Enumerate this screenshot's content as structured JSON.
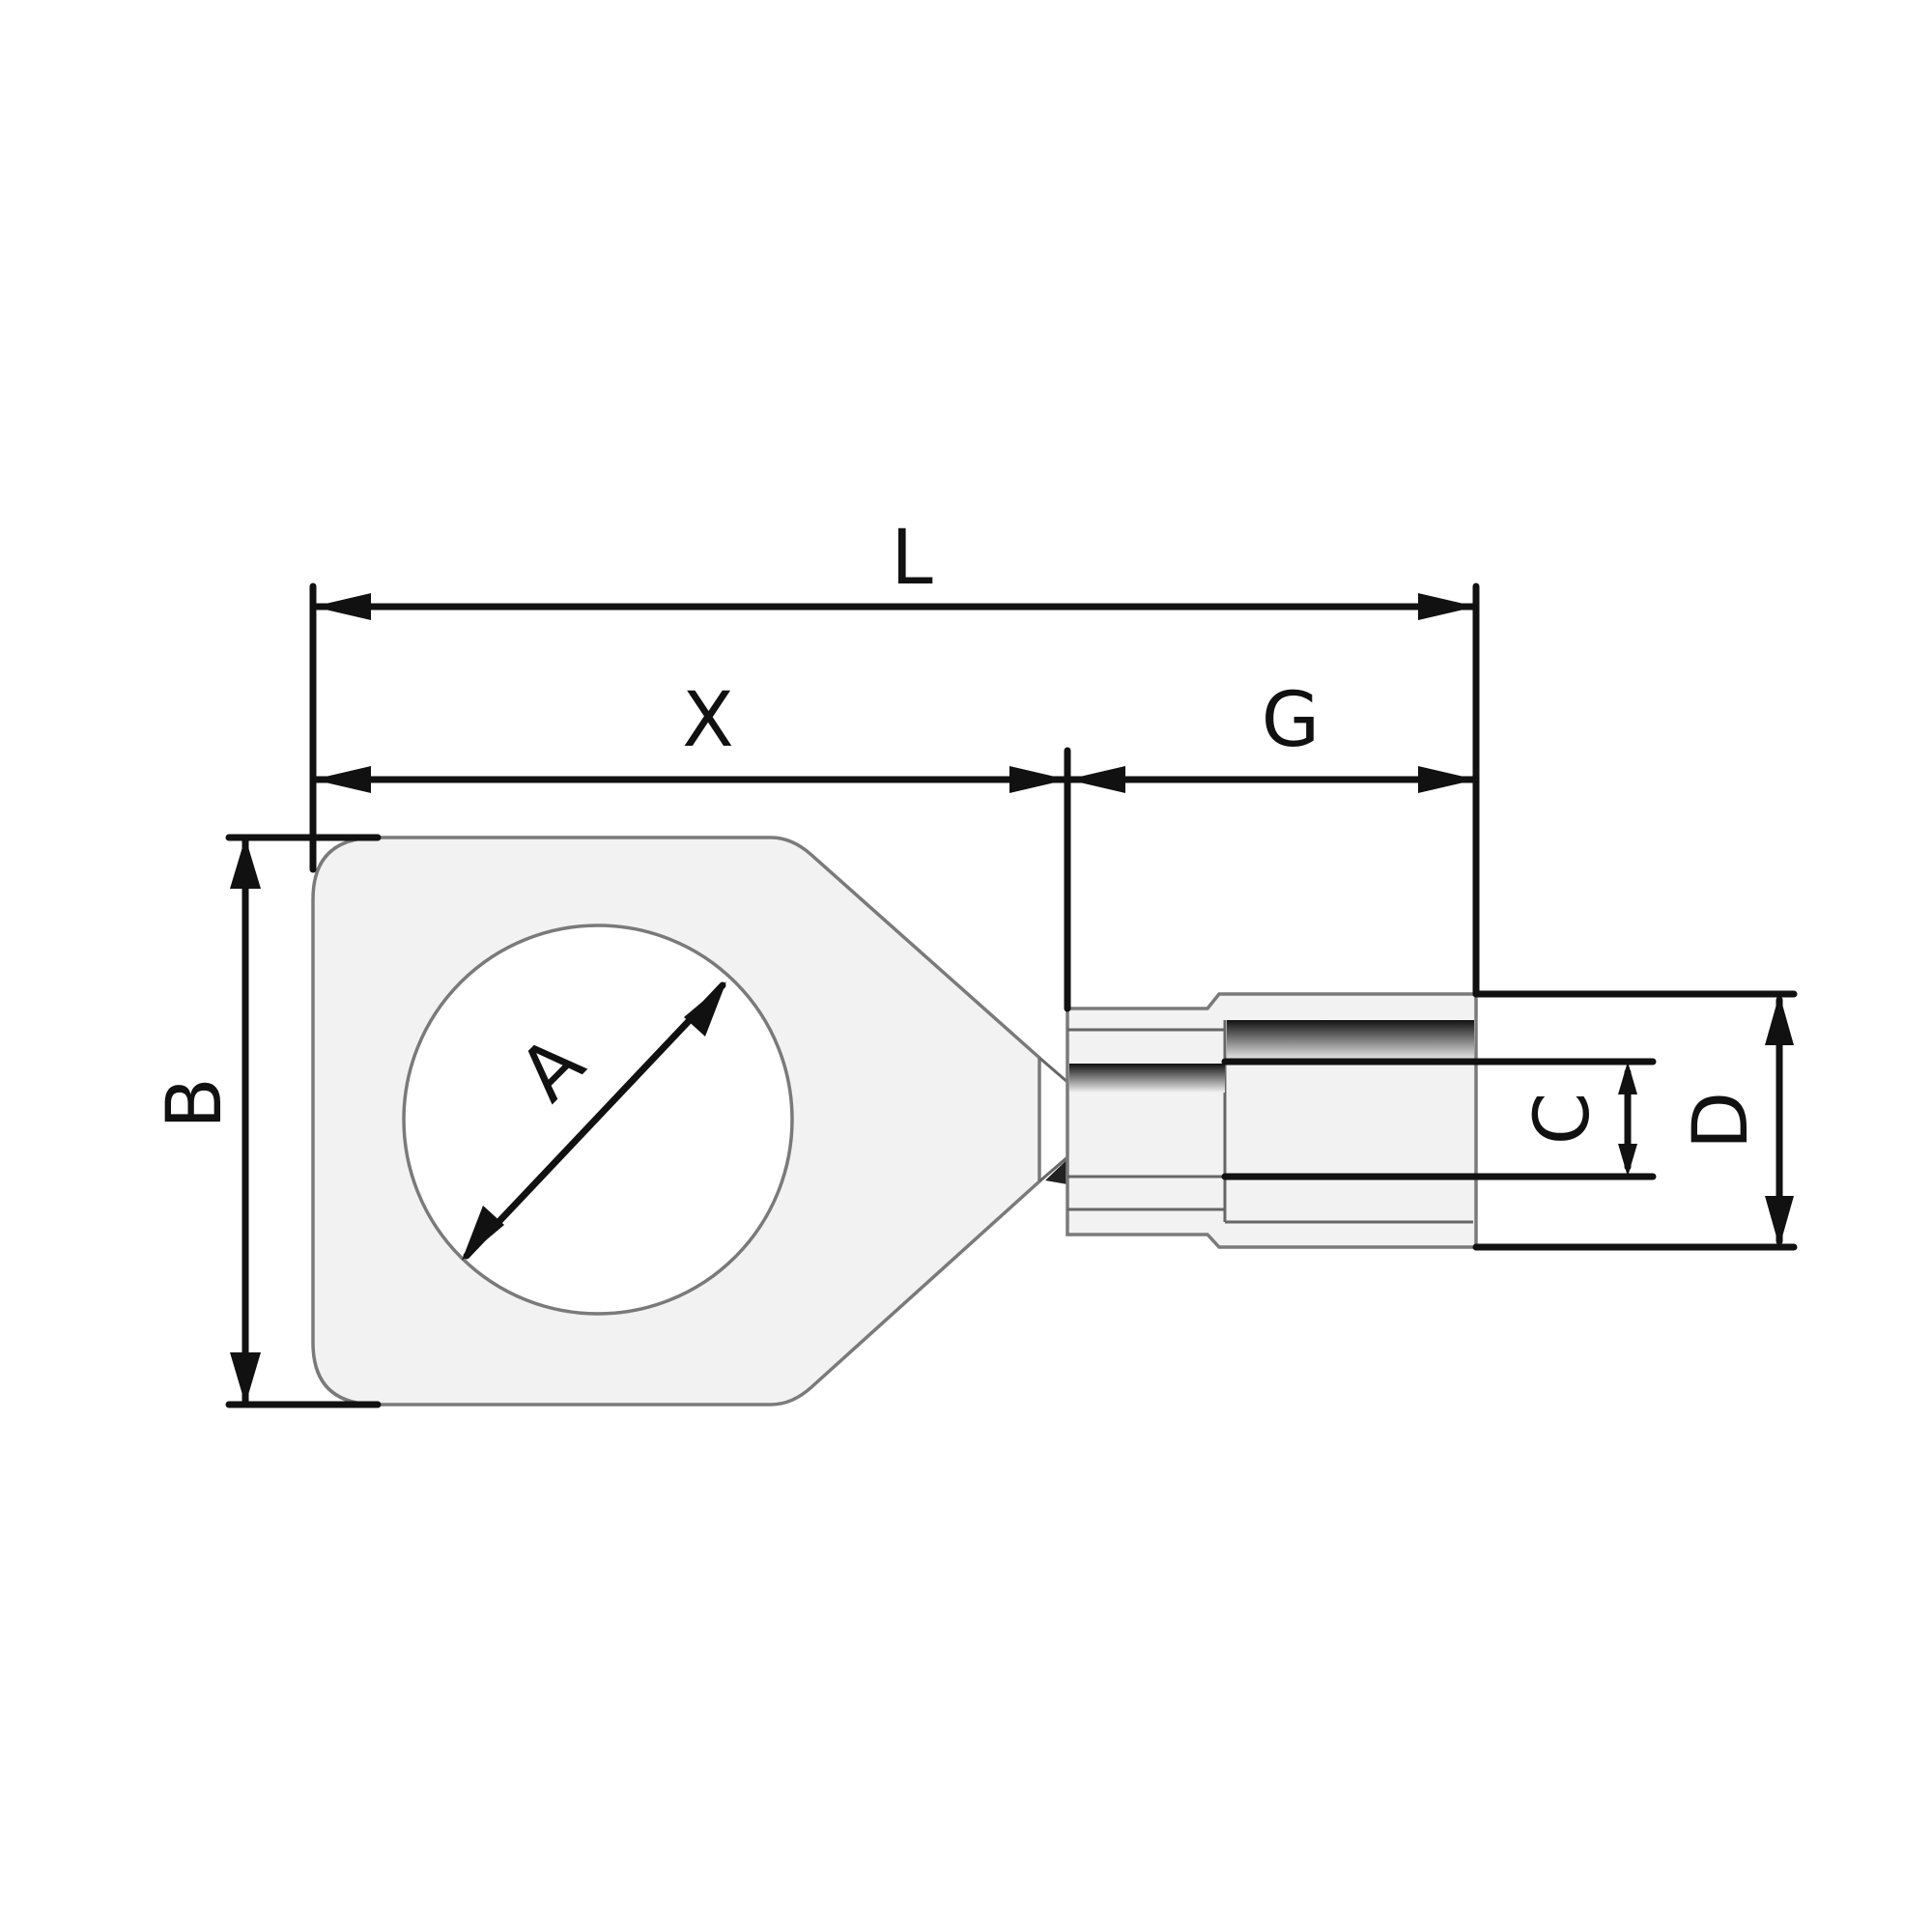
{
  "diagram": {
    "subject": "Ring terminal (cable lug) dimension drawing",
    "colors": {
      "line": "#111111",
      "body_fill": "#f2f2f2",
      "outline": "#7a7a7a",
      "background": "#ffffff"
    },
    "dimensions": {
      "L": {
        "label": "L",
        "meaning": "overall length"
      },
      "X": {
        "label": "X",
        "meaning": "ring end to barrel start"
      },
      "G": {
        "label": "G",
        "meaning": "barrel length"
      },
      "A": {
        "label": "A",
        "meaning": "stud hole diameter"
      },
      "B": {
        "label": "B",
        "meaning": "ring width"
      },
      "C": {
        "label": "C",
        "meaning": "barrel inner diameter"
      },
      "D": {
        "label": "D",
        "meaning": "barrel outer diameter"
      }
    }
  }
}
